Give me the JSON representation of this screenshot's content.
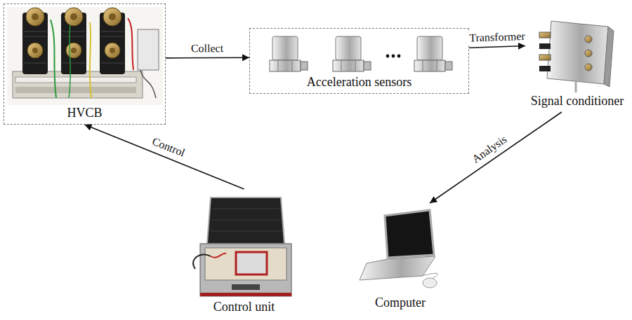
{
  "diagram": {
    "nodes": [
      {
        "text": [
          "HVCB"
        ]
      },
      {
        "text": [
          "Acceleration sensors"
        ]
      },
      {
        "text": [
          "Signal conditioner"
        ]
      },
      {
        "text": [
          "Computer"
        ]
      },
      {
        "text": [
          "Control unit"
        ]
      }
    ],
    "edges": [
      {
        "from": 0,
        "to": 1,
        "arrow": "to",
        "label": "Collect"
      },
      {
        "from": 1,
        "to": 2,
        "arrow": "to",
        "label": "Transformer"
      },
      {
        "from": 2,
        "to": 3,
        "arrow": "to",
        "label": "Analysis"
      },
      {
        "from": 4,
        "to": 0,
        "arrow": "to",
        "label": "Control"
      }
    ]
  }
}
